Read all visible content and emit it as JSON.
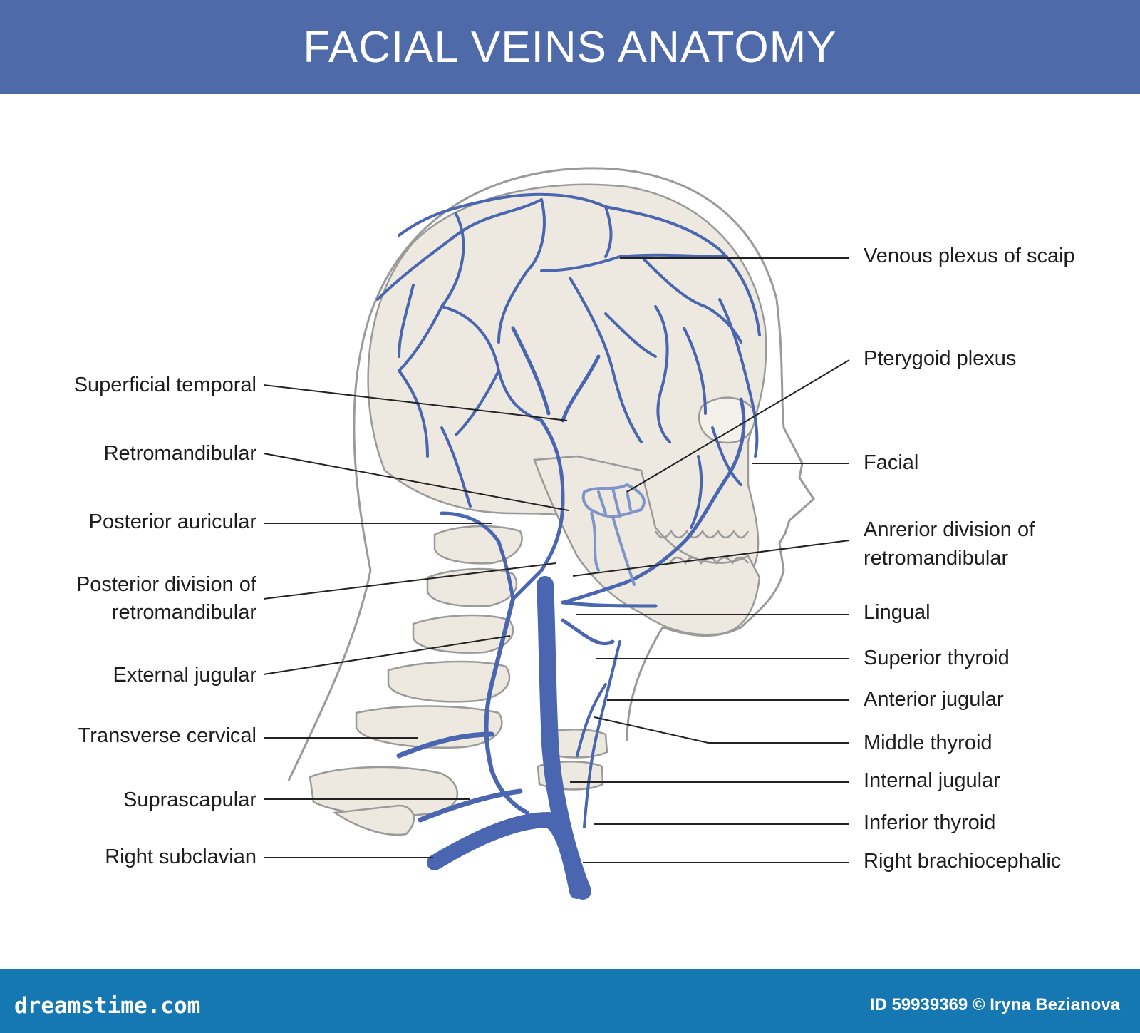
{
  "title": "FACIAL VEINS ANATOMY",
  "colors": {
    "header": "#4f6aa9",
    "vein": "#4a66b0",
    "bone": "#ede9e0",
    "outline": "#9a9a9a",
    "footer": "#1678b3"
  },
  "labels_left": [
    {
      "lines": [
        "Superficial temporal"
      ]
    },
    {
      "lines": [
        "Retromandibular"
      ]
    },
    {
      "lines": [
        "Posterior auricular"
      ]
    },
    {
      "lines": [
        "Posterior division of",
        "retromandibular"
      ]
    },
    {
      "lines": [
        "External jugular"
      ]
    },
    {
      "lines": [
        "Transverse cervical"
      ]
    },
    {
      "lines": [
        "Suprascapular"
      ]
    },
    {
      "lines": [
        "Right subclavian"
      ]
    }
  ],
  "labels_right": [
    {
      "lines": [
        "Venous plexus of scaip"
      ]
    },
    {
      "lines": [
        "Pterygoid plexus"
      ]
    },
    {
      "lines": [
        "Facial"
      ]
    },
    {
      "lines": [
        "Anrerior division of",
        "retromandibular"
      ]
    },
    {
      "lines": [
        "Lingual"
      ]
    },
    {
      "lines": [
        "Superior thyroid"
      ]
    },
    {
      "lines": [
        "Anterior jugular"
      ]
    },
    {
      "lines": [
        "Middle thyroid"
      ]
    },
    {
      "lines": [
        "Internal jugular"
      ]
    },
    {
      "lines": [
        "Inferior thyroid"
      ]
    },
    {
      "lines": [
        "Right brachiocephalic"
      ]
    }
  ],
  "footer": {
    "brand": "dreamstime.com",
    "image_id": "ID 59939369 © Iryna  Bezianova"
  }
}
